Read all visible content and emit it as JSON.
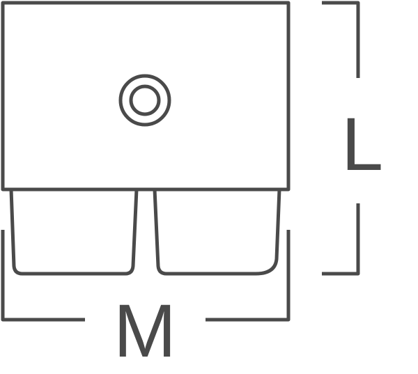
{
  "labels": {
    "length": "L",
    "width": "M"
  },
  "colors": {
    "line": "#4a4a4a",
    "background": "#ffffff"
  },
  "icons": {
    "object": "sink-with-two-bowls",
    "drain": "drain-hole-icon"
  }
}
